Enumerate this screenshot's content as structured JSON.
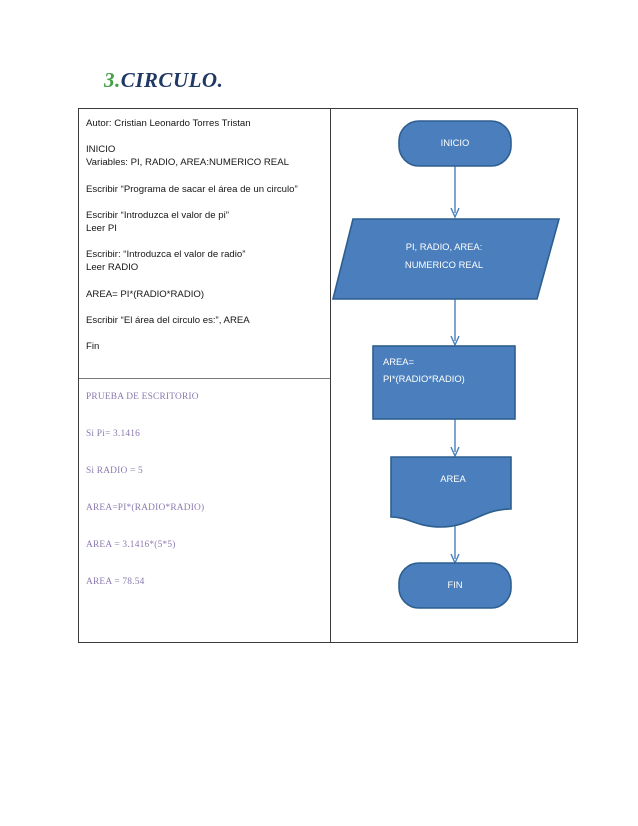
{
  "title": {
    "number": "3.",
    "word": "CIRCULO.",
    "number_color": "#43a047",
    "word_color": "#1f3864"
  },
  "pseudocode": {
    "lines": [
      "Autor: Cristian Leonardo Torres Tristan",
      "",
      "INICIO",
      "Variables: PI, RADIO, AREA:NUMERICO REAL",
      "",
      "Escribir “Programa de sacar el área de un circulo”",
      "",
      "Escribir “Introduzca el valor de pi”",
      "Leer PI",
      "",
      "Escribir: “Introduzca el valor de radio”",
      "Leer RADIO",
      "",
      "AREA= PI*(RADIO*RADIO)",
      "",
      "Escribir “El área del circulo es:”, AREA",
      "",
      "Fin"
    ]
  },
  "desk_check": {
    "text_color": "#8b79b0",
    "lines": [
      "PRUEBA DE ESCRITORIO",
      "Si Pi= 3.1416",
      "Si RADIO = 5",
      "AREA=PI*(RADIO*RADIO)",
      "AREA = 3.1416*(5*5)",
      "AREA = 78.54"
    ]
  },
  "flowchart": {
    "fill_color": "#4a7ebc",
    "stroke_color": "#2e5f8f",
    "connector_color": "#4a7ebc",
    "nodes": [
      {
        "id": "start",
        "shape": "terminator",
        "label": "INICIO"
      },
      {
        "id": "declare",
        "shape": "parallelogram",
        "label_line1": "PI, RADIO, AREA:",
        "label_line2": "NUMERICO REAL"
      },
      {
        "id": "process",
        "shape": "rectangle",
        "label_line1": "AREA=",
        "label_line2": "PI*(RADIO*RADIO)"
      },
      {
        "id": "output",
        "shape": "document",
        "label": "AREA"
      },
      {
        "id": "end",
        "shape": "terminator",
        "label": "FIN"
      }
    ]
  }
}
